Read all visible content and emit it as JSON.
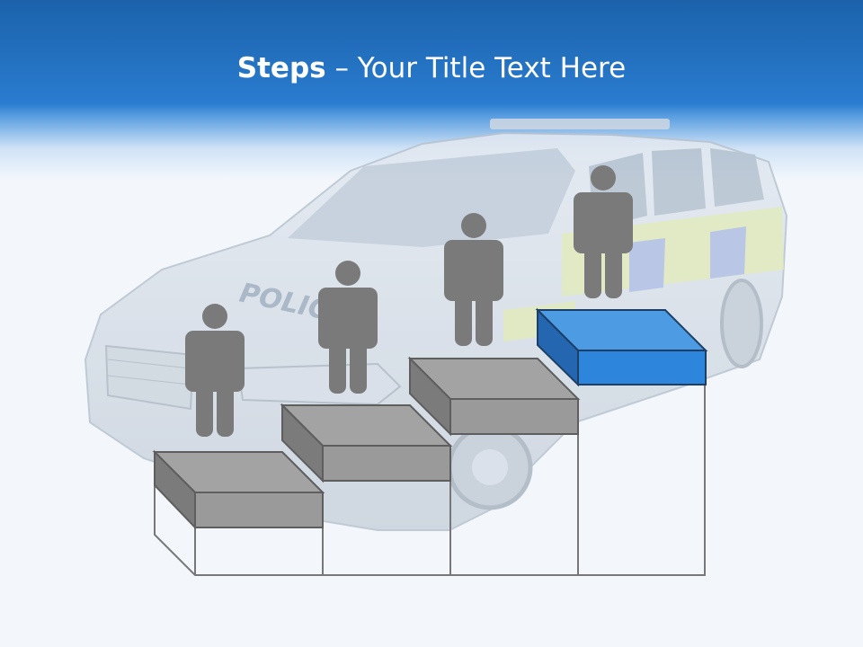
{
  "slide": {
    "title_bold": "Steps",
    "title_rest": " – Your Title Text Here"
  },
  "car": {
    "hood_text": "POLICE"
  },
  "steps": [
    {
      "name": "step-1",
      "highlighted": false
    },
    {
      "name": "step-2",
      "highlighted": false
    },
    {
      "name": "step-3",
      "highlighted": false
    },
    {
      "name": "step-4",
      "highlighted": true
    }
  ],
  "colors": {
    "header": "#2a7cd0",
    "block_gray": "#9a9a9a",
    "block_highlight": "#2d86dc",
    "figure": "#7a7a7a",
    "outline": "#777777"
  }
}
